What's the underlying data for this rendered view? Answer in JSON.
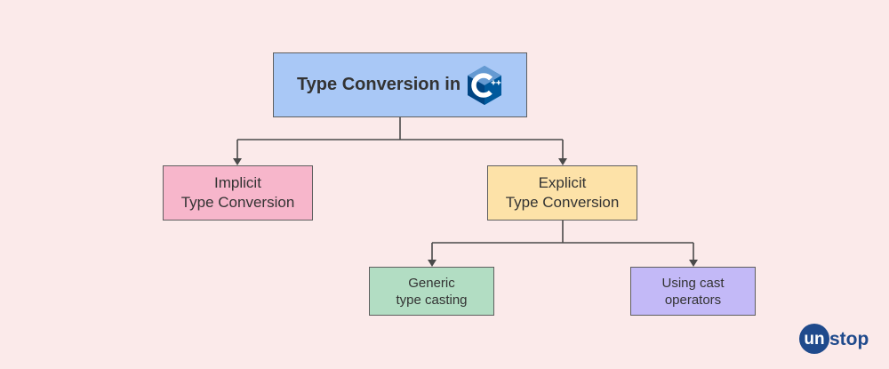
{
  "root": {
    "label": "Type Conversion in",
    "logo_icon": "cplusplus-logo-icon",
    "logo_text": "C++"
  },
  "children": [
    {
      "lines": [
        "Implicit",
        "Type Conversion"
      ],
      "color": "#f7b6cb"
    },
    {
      "lines": [
        "Explicit",
        "Type Conversion"
      ],
      "color": "#fde2a8",
      "children": [
        {
          "lines": [
            "Generic",
            "type casting"
          ],
          "color": "#b2ddc3"
        },
        {
          "lines": [
            "Using cast",
            "operators"
          ],
          "color": "#c3b9f7"
        }
      ]
    }
  ],
  "root_color": "#a9c8f6",
  "background_color": "#fbeaea",
  "connector_color": "#4a4a4a",
  "brand": {
    "text": "unstop",
    "color": "#1f4a8c",
    "icon": "unstop-logo-icon"
  }
}
